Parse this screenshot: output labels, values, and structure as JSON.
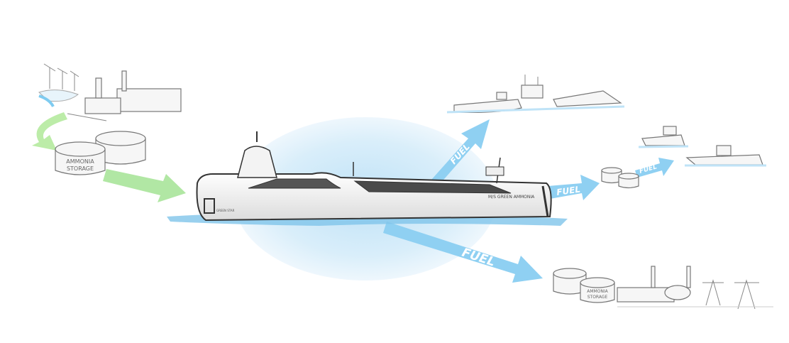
{
  "storage_label": [
    "AMMONIA",
    "STORAGE"
  ],
  "storage_label_2": [
    "AMMONIA",
    "STORAGE"
  ],
  "ship_name": "M/S GREEN AMMONIA",
  "ship_logo_text": "GREEN STAR",
  "fuel_arrows": [
    "FUEL",
    "FUEL",
    "FUEL",
    "FUEL"
  ],
  "colors": {
    "green_arrow": "#a8e49a",
    "blue_arrow": "#8fd0f2",
    "glow": "#cfe9f8",
    "hull_dark": "#4a4a4a"
  }
}
